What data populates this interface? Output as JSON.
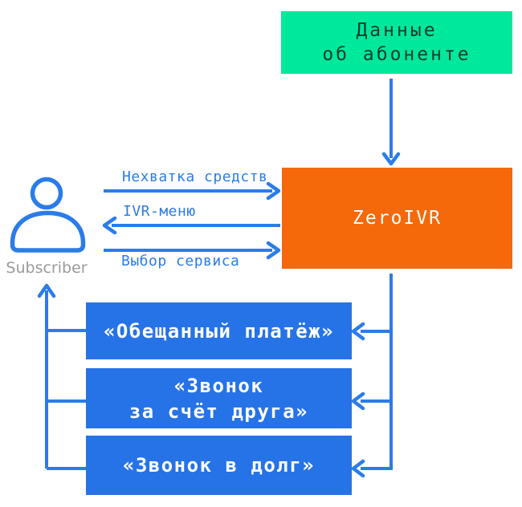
{
  "title": "ZeroIVR service flow diagram",
  "colors": {
    "accent-green": "#00e89c",
    "accent-orange": "#f5690a",
    "accent-blue": "#2673e8",
    "line-blue": "#2b7ce9",
    "dark-text": "#0e3b2e",
    "muted-gray": "#9a9a9a",
    "white": "#ffffff"
  },
  "nodes": {
    "subscriber_data": {
      "lines": [
        "Данные",
        "об абоненте"
      ]
    },
    "zeroivr": {
      "label": "ZeroIVR"
    },
    "subscriber": {
      "label": "Subscriber"
    },
    "services": [
      {
        "lines": [
          "«Обещанный платёж»"
        ]
      },
      {
        "lines": [
          "«Звонок",
          "за счёт друга»"
        ]
      },
      {
        "lines": [
          "«Звонок в долг»"
        ]
      }
    ]
  },
  "edges": {
    "lack_of_funds": "Нехватка средств",
    "ivr_menu": "IVR-меню",
    "service_choice": "Выбор сервиса"
  }
}
